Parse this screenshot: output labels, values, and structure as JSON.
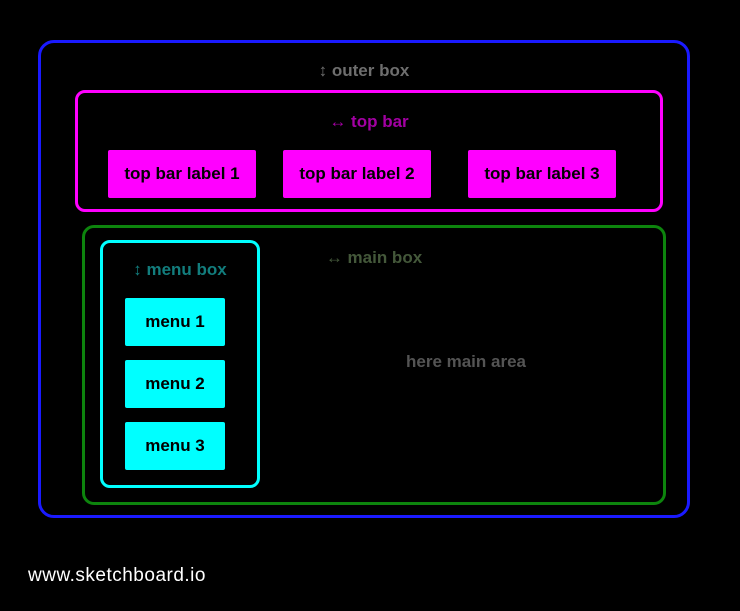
{
  "colors": {
    "canvas_bg": "#000000",
    "outer_border": "#1a1aff",
    "outer_label": "#6e6e6e",
    "topbar_border": "#ff00ff",
    "topbar_label": "#a300a3",
    "topbar_item_fill": "#ff00ff",
    "topbar_item_text": "#000000",
    "main_border": "#0d840d",
    "main_label": "#44583a",
    "main_area_text": "#545454",
    "menu_border": "#00ffff",
    "menu_label": "#127d7d",
    "menu_item_fill": "#00ffff",
    "menu_item_text": "#000000",
    "footer_text": "#ffffff"
  },
  "outer_box": {
    "label": "↕ outer box"
  },
  "top_bar": {
    "label": "↔ top bar",
    "items": [
      {
        "label": "top bar label 1"
      },
      {
        "label": "top bar label 2"
      },
      {
        "label": "top bar label 3"
      }
    ]
  },
  "main_box": {
    "label": "↔ main box",
    "content": "here main area"
  },
  "menu_box": {
    "label": "↕ menu box",
    "items": [
      {
        "label": "menu 1"
      },
      {
        "label": "menu 2"
      },
      {
        "label": "menu 3"
      }
    ]
  },
  "footer": {
    "site": "www.sketchboard.io"
  }
}
